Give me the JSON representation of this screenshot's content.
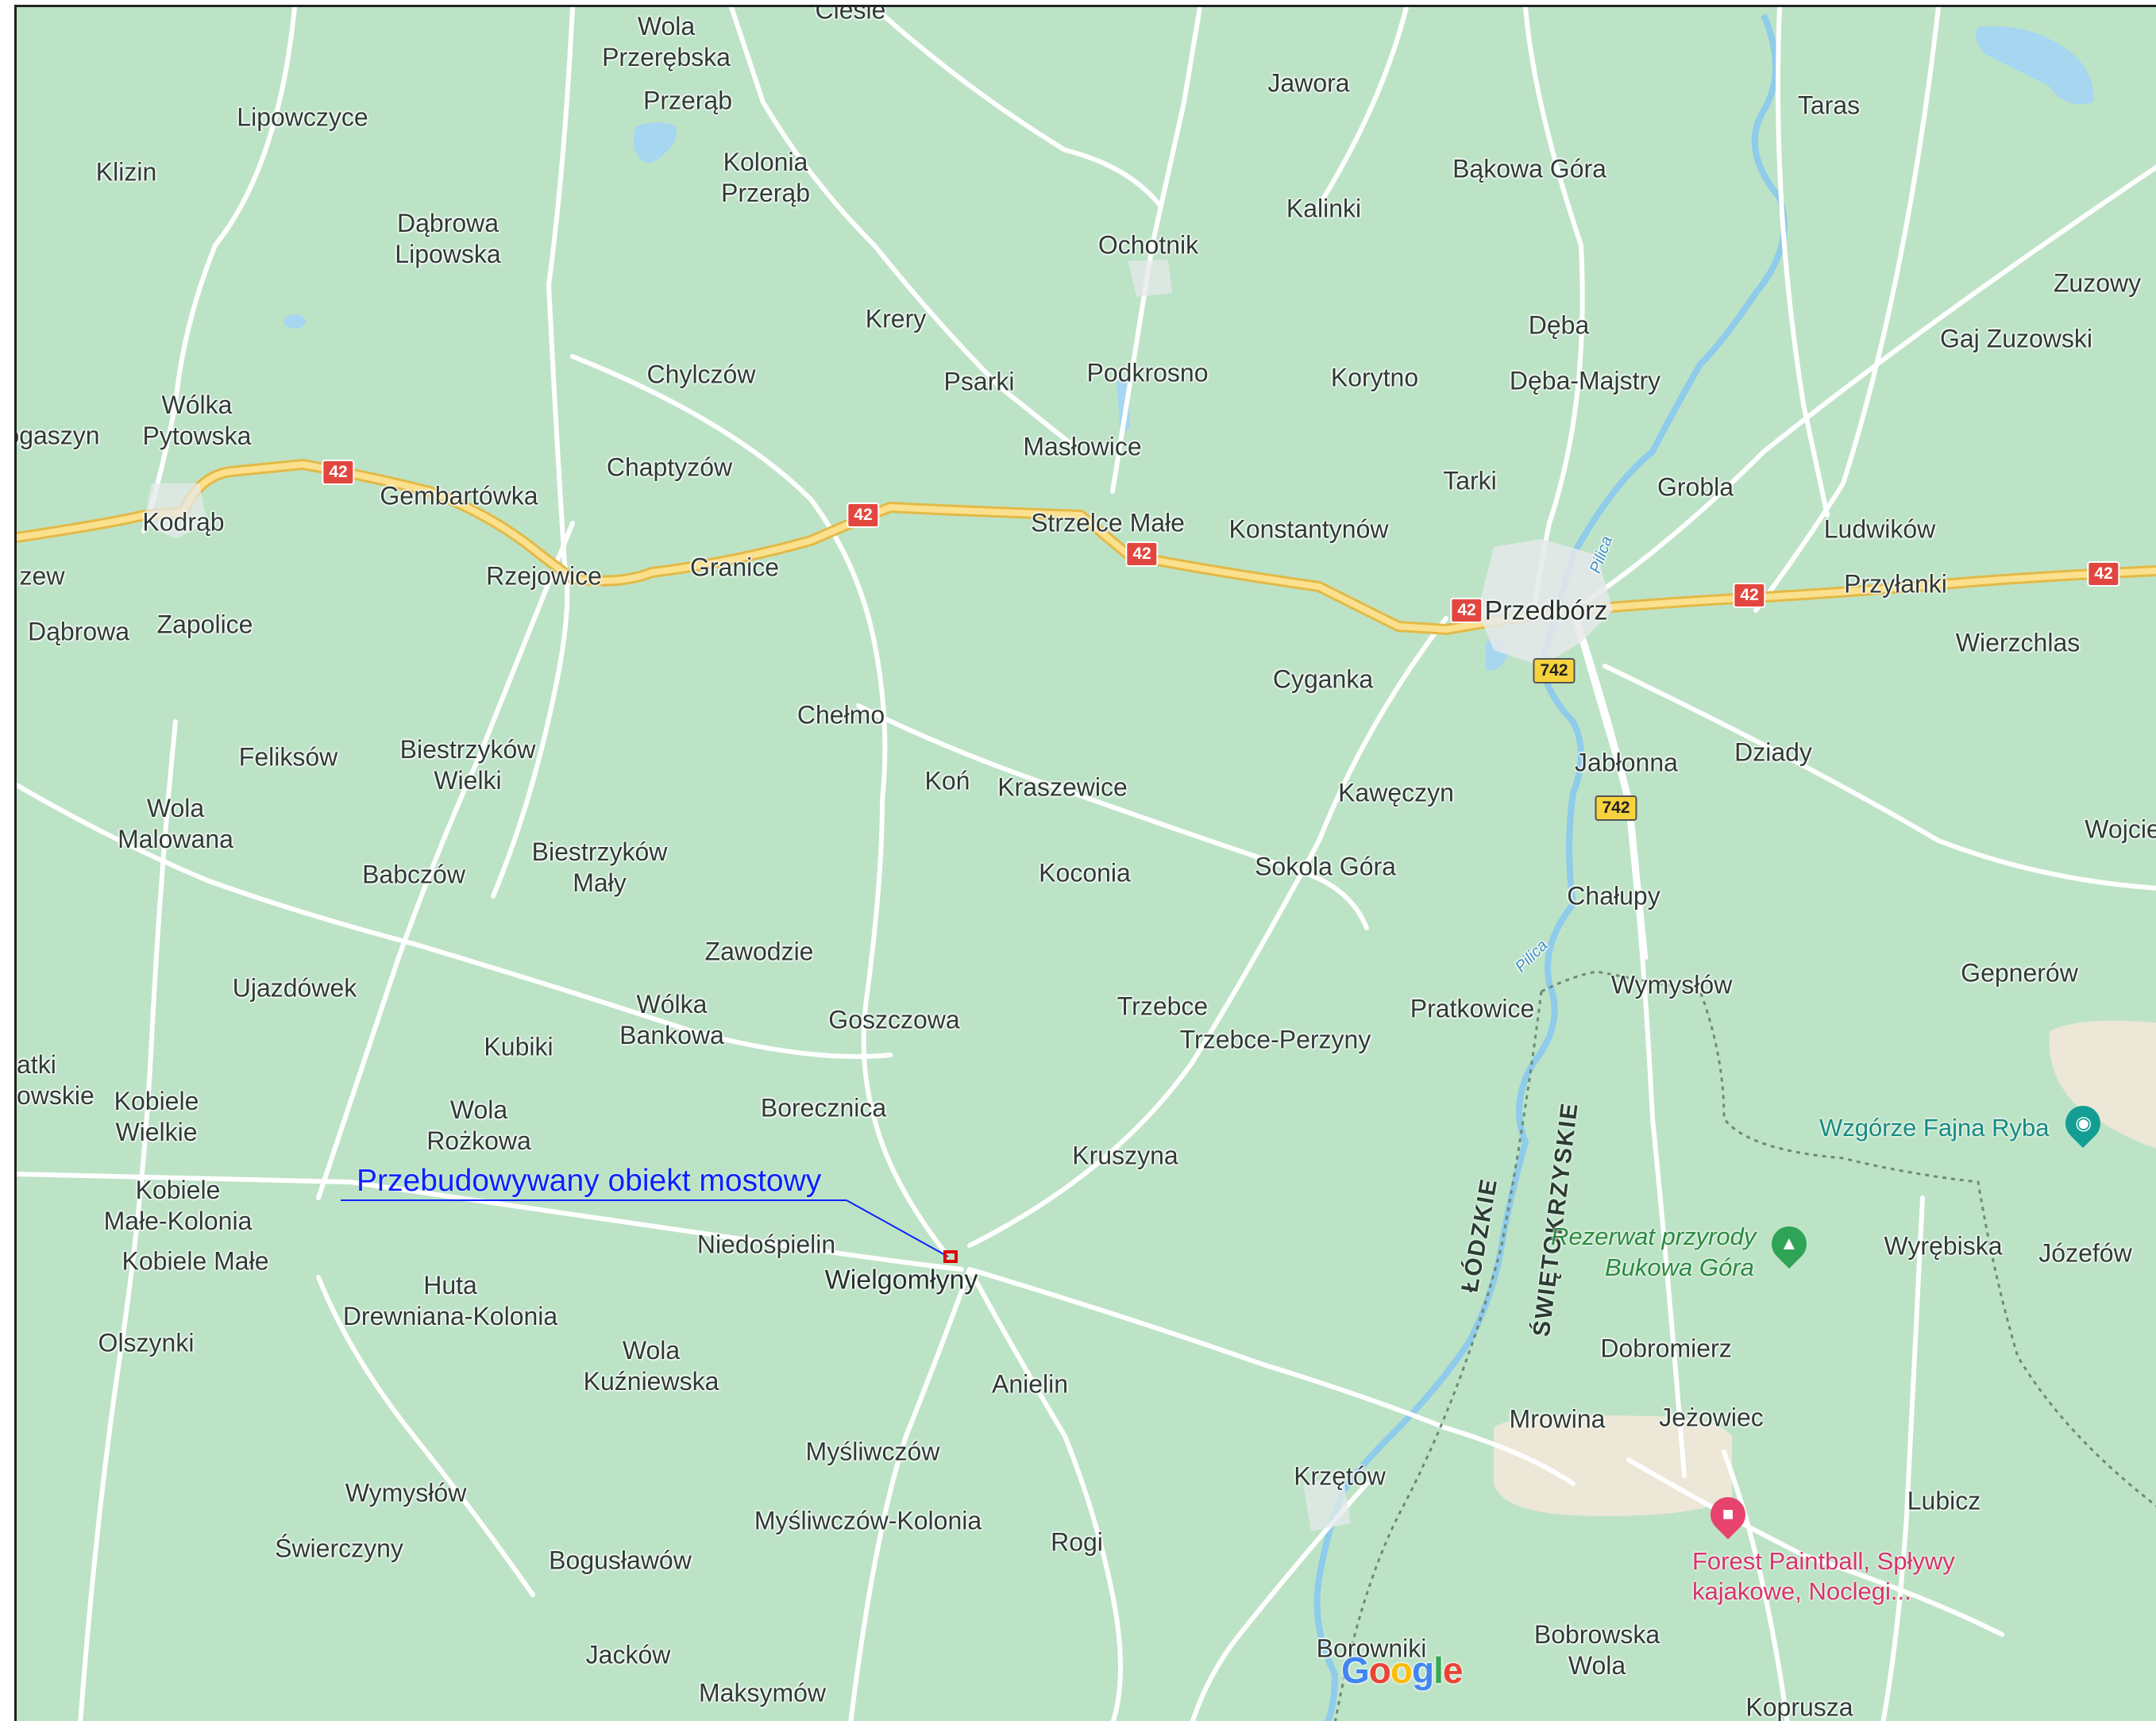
{
  "map": {
    "places": [
      {
        "key": "wola-przerebska",
        "text": "Wola\nPrzerębska"
      },
      {
        "key": "ciesle",
        "text": "Cieśle"
      },
      {
        "key": "przerab",
        "text": "Przerąb"
      },
      {
        "key": "kolonia-przerab",
        "text": "Kolonia\nPrzerąb"
      },
      {
        "key": "lipowczyce",
        "text": "Lipowczyce"
      },
      {
        "key": "klizin",
        "text": "Klizin"
      },
      {
        "key": "dabrowa-lipowska",
        "text": "Dąbrowa\nLipowska"
      },
      {
        "key": "jawora",
        "text": "Jawora"
      },
      {
        "key": "bakowa-gora",
        "text": "Bąkowa Góra"
      },
      {
        "key": "kalinki",
        "text": "Kalinki"
      },
      {
        "key": "ochotnik",
        "text": "Ochotnik"
      },
      {
        "key": "taras",
        "text": "Taras"
      },
      {
        "key": "zuzowy",
        "text": "Zuzowy"
      },
      {
        "key": "gaj-zuzowski",
        "text": "Gaj Zuzowski"
      },
      {
        "key": "krery",
        "text": "Krery"
      },
      {
        "key": "deba",
        "text": "Dęba"
      },
      {
        "key": "deba-majstry",
        "text": "Dęba-Majstry"
      },
      {
        "key": "chylczow",
        "text": "Chylczów"
      },
      {
        "key": "psarki",
        "text": "Psarki"
      },
      {
        "key": "podkrosno",
        "text": "Podkrosno"
      },
      {
        "key": "korytno",
        "text": "Korytno"
      },
      {
        "key": "wolka-pytowska",
        "text": "Wólka\nPytowska"
      },
      {
        "key": "bogaszyn",
        "text": "ogaszyn"
      },
      {
        "key": "maslowice",
        "text": "Masłowice"
      },
      {
        "key": "chaptyzow",
        "text": "Chaptyzów"
      },
      {
        "key": "tarki",
        "text": "Tarki"
      },
      {
        "key": "grobla",
        "text": "Grobla"
      },
      {
        "key": "gembartowka",
        "text": "Gembartówka"
      },
      {
        "key": "kodrab",
        "text": "Kodrąb"
      },
      {
        "key": "strzelce-male",
        "text": "Strzelce Małe"
      },
      {
        "key": "konstantynow",
        "text": "Konstantynów"
      },
      {
        "key": "ludwikow",
        "text": "Ludwików"
      },
      {
        "key": "rzejowice",
        "text": "Rzejowice"
      },
      {
        "key": "granice",
        "text": "Granice"
      },
      {
        "key": "zew",
        "text": "zew"
      },
      {
        "key": "przylanki",
        "text": "Przyłanki"
      },
      {
        "key": "przedborz",
        "text": "Przedbórz"
      },
      {
        "key": "dabrowa",
        "text": "Dąbrowa"
      },
      {
        "key": "zapolice",
        "text": "Zapolice"
      },
      {
        "key": "wierzchlas",
        "text": "Wierzchlas"
      },
      {
        "key": "cyganka",
        "text": "Cyganka"
      },
      {
        "key": "chelmo",
        "text": "Chełmo"
      },
      {
        "key": "feliksow",
        "text": "Feliksów"
      },
      {
        "key": "biestrzykow-wielki",
        "text": "Biestrzyków\nWielki"
      },
      {
        "key": "jablonna",
        "text": "Jabłonna"
      },
      {
        "key": "dziady",
        "text": "Dziady"
      },
      {
        "key": "kon",
        "text": "Koń"
      },
      {
        "key": "kraszewice",
        "text": "Kraszewice"
      },
      {
        "key": "kaweczyn",
        "text": "Kawęczyn"
      },
      {
        "key": "wola-malowana",
        "text": "Wola\nMalowana"
      },
      {
        "key": "wojciec",
        "text": "Wojciec"
      },
      {
        "key": "biestrzykow-maly",
        "text": "Biestrzyków\nMały"
      },
      {
        "key": "babczow",
        "text": "Babczów"
      },
      {
        "key": "koconia",
        "text": "Koconia"
      },
      {
        "key": "sokola-gora",
        "text": "Sokola Góra"
      },
      {
        "key": "chalupy",
        "text": "Chałupy"
      },
      {
        "key": "zawodzie",
        "text": "Zawodzie"
      },
      {
        "key": "gepnerow",
        "text": "Gepnerów"
      },
      {
        "key": "wymyslow-e",
        "text": "Wymysłów"
      },
      {
        "key": "ujazdowek",
        "text": "Ujazdówek"
      },
      {
        "key": "trzebce",
        "text": "Trzebce"
      },
      {
        "key": "pratkowice",
        "text": "Pratkowice"
      },
      {
        "key": "wolka-bankowa",
        "text": "Wólka\nBankowa"
      },
      {
        "key": "goszczowa",
        "text": "Goszczowa"
      },
      {
        "key": "trzebce-perzyny",
        "text": "Trzebce-Perzyny"
      },
      {
        "key": "kubiki",
        "text": "Kubiki"
      },
      {
        "key": "atki-owskie",
        "text": "atki\nowskie"
      },
      {
        "key": "kobiele-wielkie",
        "text": "Kobiele\nWielkie"
      },
      {
        "key": "wola-rozkowa",
        "text": "Wola\nRożkowa"
      },
      {
        "key": "borecznica",
        "text": "Borecznica"
      },
      {
        "key": "kruszyna",
        "text": "Kruszyna"
      },
      {
        "key": "kobiele-male-kolonia",
        "text": "Kobiele\nMałe-Kolonia"
      },
      {
        "key": "niedospielin",
        "text": "Niedośpielin"
      },
      {
        "key": "wyrebiska",
        "text": "Wyrębiska"
      },
      {
        "key": "jozefow",
        "text": "Józefów"
      },
      {
        "key": "kobiele-male",
        "text": "Kobiele Małe"
      },
      {
        "key": "wielgomlyny",
        "text": "Wielgomłyny"
      },
      {
        "key": "huta-drewniana-kolonia",
        "text": "Huta\nDrewniana-Kolonia"
      },
      {
        "key": "olszynki",
        "text": "Olszynki"
      },
      {
        "key": "wola-kuzniewska",
        "text": "Wola\nKuźniewska"
      },
      {
        "key": "dobromierz",
        "text": "Dobromierz"
      },
      {
        "key": "anielin",
        "text": "Anielin"
      },
      {
        "key": "mrowina",
        "text": "Mrowina"
      },
      {
        "key": "jezowiec",
        "text": "Jeżowiec"
      },
      {
        "key": "mysliwczow",
        "text": "Myśliwczów"
      },
      {
        "key": "kretow",
        "text": "Krzętów"
      },
      {
        "key": "wymyslow-sw",
        "text": "Wymysłów"
      },
      {
        "key": "lubicz",
        "text": "Lubicz"
      },
      {
        "key": "mysliwczow-kolonia",
        "text": "Myśliwczów-Kolonia"
      },
      {
        "key": "swierczyny",
        "text": "Świerczyny"
      },
      {
        "key": "rogi",
        "text": "Rogi"
      },
      {
        "key": "boguslawow",
        "text": "Bogusławów"
      },
      {
        "key": "borowniki",
        "text": "Borowniki"
      },
      {
        "key": "bobrowska-wola",
        "text": "Bobrowska\nWola"
      },
      {
        "key": "jackow",
        "text": "Jacków"
      },
      {
        "key": "maksymow",
        "text": "Maksymów"
      },
      {
        "key": "koprusza",
        "text": "Koprusza"
      }
    ],
    "roads": {
      "number_42": "42",
      "number_742": "742"
    },
    "rivers": {
      "pilica_north": "Pilica",
      "pilica_south": "Pilica"
    },
    "borders": {
      "lodzkie": "ŁÓDZKIE",
      "swietokrzyskie": "ŚWIĘTOKRZYSKIE"
    },
    "pois": {
      "fajna_ryba": "Wzgórze Fajna Ryba",
      "rezerwat_line1": "Rezerwat przyrody",
      "rezerwat_line2": "Bukowa Góra",
      "paintball_line1": "Forest Paintball, Spływy",
      "paintball_line2": "kajakowe, Noclegi..."
    },
    "annotation": {
      "label": "Przebudowywany obiekt mostowy"
    },
    "attribution": {
      "logo": "Google"
    },
    "colors": {
      "land": "#bde3c6",
      "road_major": "#f6cf5a",
      "road_minor": "#ffffff",
      "water": "#a6d6f0",
      "annotation": "#0a21ff",
      "marker": "#e00000"
    }
  }
}
